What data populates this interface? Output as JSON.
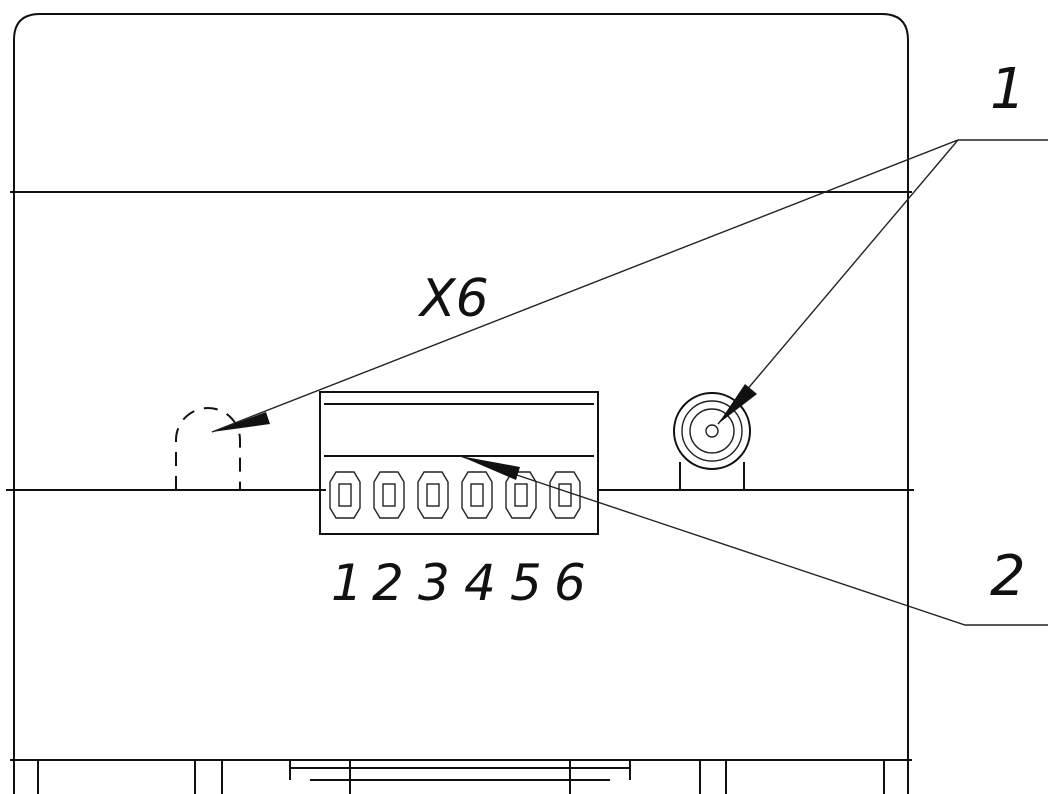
{
  "callouts": {
    "one": "1",
    "two": "2",
    "connector": "X6"
  },
  "terminal_numbers": [
    "1",
    "2",
    "3",
    "4",
    "5",
    "6"
  ],
  "colors": {
    "line": "#111111",
    "background": "#ffffff"
  }
}
